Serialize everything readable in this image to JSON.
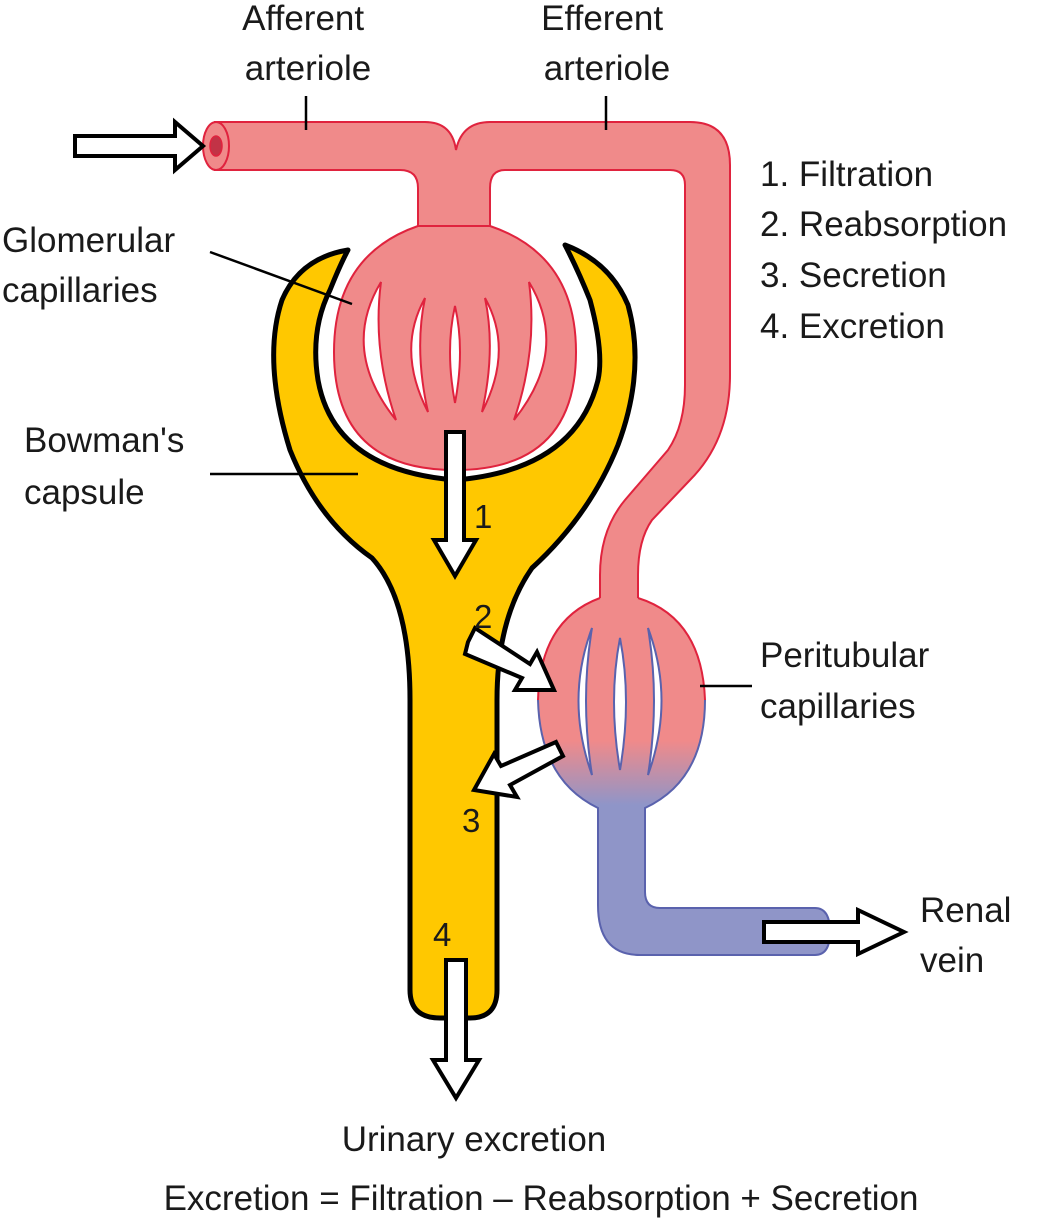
{
  "labels": {
    "afferent": [
      "Afferent",
      "arteriole"
    ],
    "efferent": [
      "Efferent",
      "arteriole"
    ],
    "glomerular": [
      "Glomerular",
      "capillaries"
    ],
    "bowmans": [
      "Bowman's",
      "capsule"
    ],
    "peritubular": [
      "Peritubular",
      "capillaries"
    ],
    "renal_vein": [
      "Renal",
      "vein"
    ],
    "urinary": "Urinary excretion",
    "equation": "Excretion = Filtration – Reabsorption + Secretion"
  },
  "processes": [
    {
      "number": "1",
      "text": "1. Filtration"
    },
    {
      "number": "2",
      "text": "2. Reabsorption"
    },
    {
      "number": "3",
      "text": "3. Secretion"
    },
    {
      "number": "4",
      "text": "4. Excretion"
    }
  ],
  "colors": {
    "arterial": "#f08a8a",
    "arterial_stroke": "#e0233e",
    "venous": "#8f95c8",
    "venous_stroke": "#5a62ad",
    "tubule": "#ffc800",
    "outline": "#000000"
  }
}
